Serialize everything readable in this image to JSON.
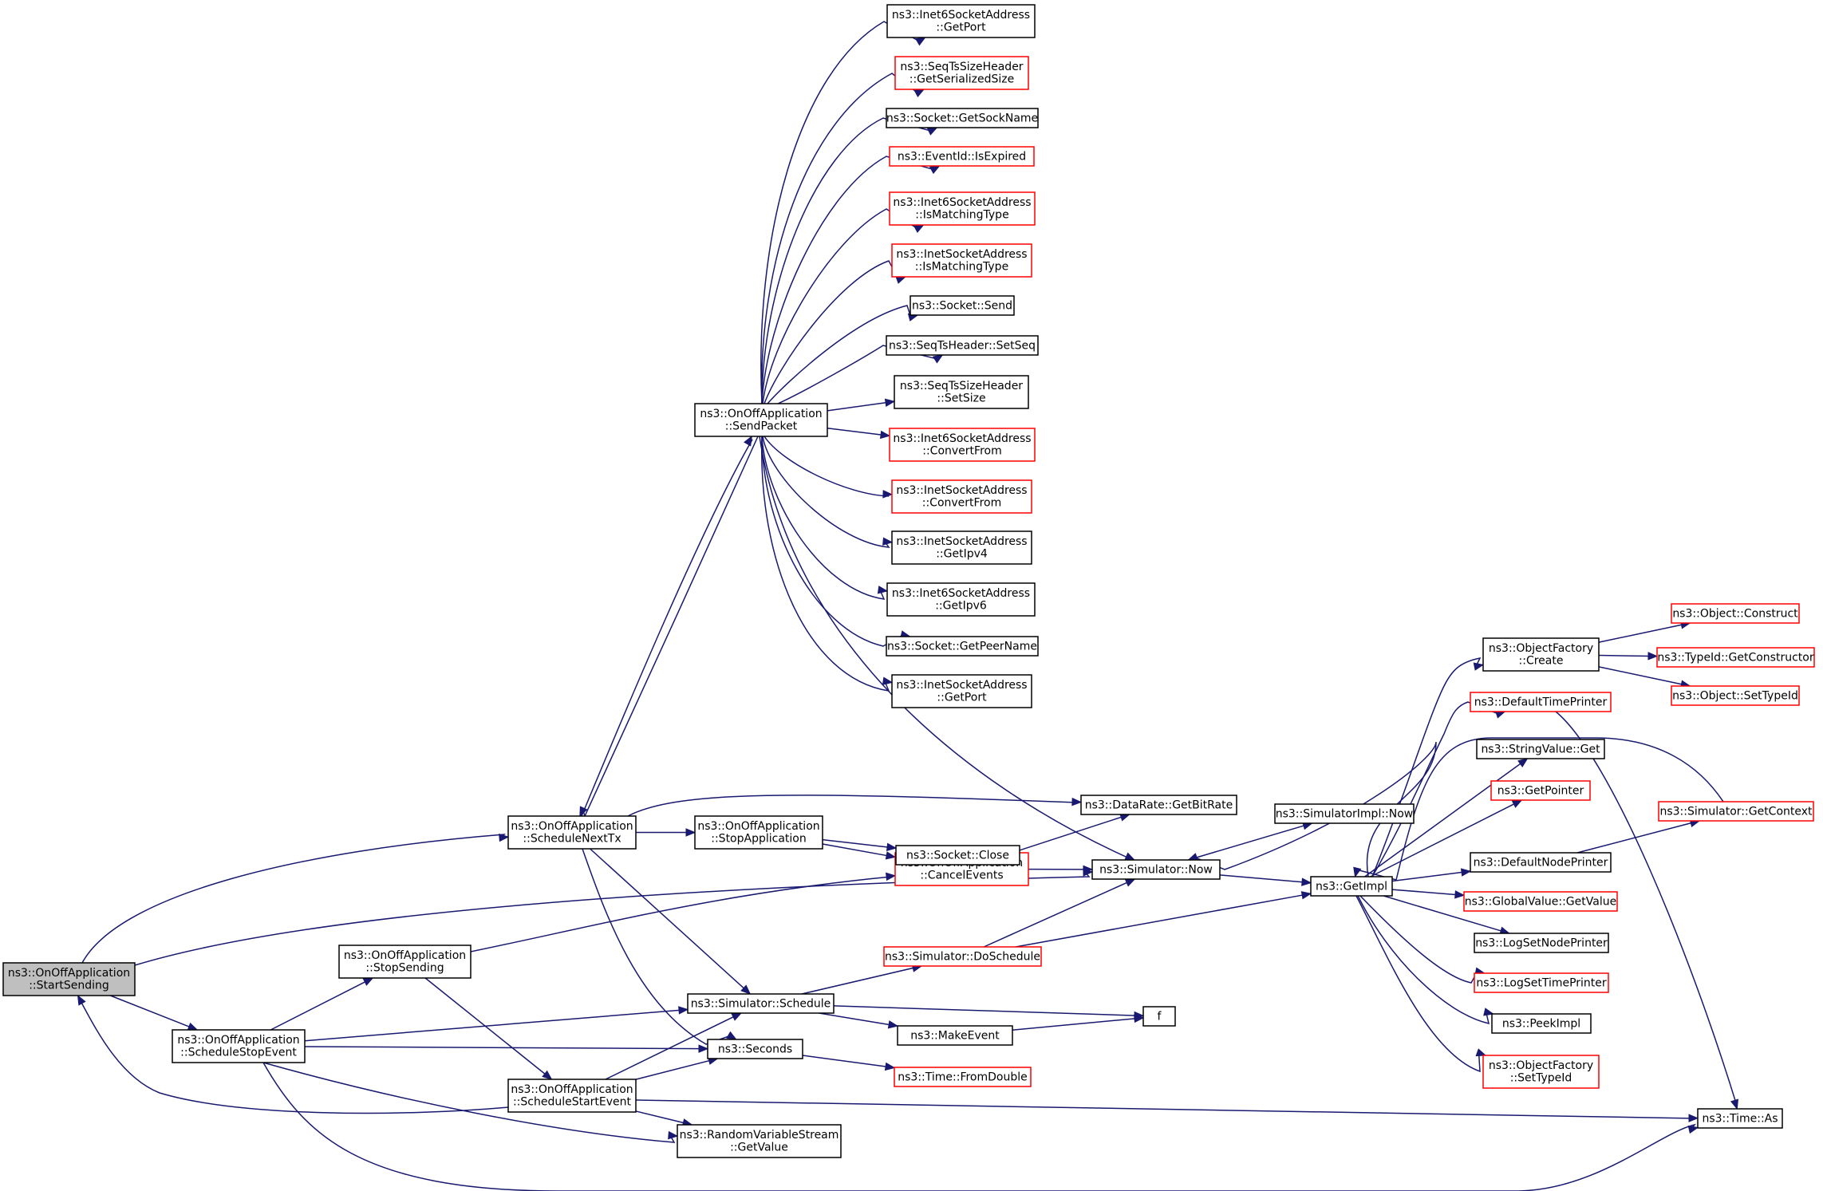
{
  "colors": {
    "edge": "#191970",
    "box_border": "#000000",
    "box_border_warning": "#ff0000",
    "root_fill": "#bfbfbf"
  },
  "nodes": [
    {
      "id": "startsending",
      "lines": [
        "ns3::OnOffApplication",
        "::StartSending"
      ],
      "style": "root"
    },
    {
      "id": "schedulenexttx",
      "lines": [
        "ns3::OnOffApplication",
        "::ScheduleNextTx"
      ],
      "style": "black"
    },
    {
      "id": "schedulestopevent",
      "lines": [
        "ns3::OnOffApplication",
        "::ScheduleStopEvent"
      ],
      "style": "black"
    },
    {
      "id": "stopsending",
      "lines": [
        "ns3::OnOffApplication",
        "::StopSending"
      ],
      "style": "black"
    },
    {
      "id": "schedulestartevent",
      "lines": [
        "ns3::OnOffApplication",
        "::ScheduleStartEvent"
      ],
      "style": "black"
    },
    {
      "id": "sendpacket",
      "lines": [
        "ns3::OnOffApplication",
        "::SendPacket"
      ],
      "style": "black"
    },
    {
      "id": "stopapplication",
      "lines": [
        "ns3::OnOffApplication",
        "::StopApplication"
      ],
      "style": "black"
    },
    {
      "id": "cancelevents",
      "lines": [
        "ns3::OnOffApplication",
        "::CancelEvents"
      ],
      "style": "red"
    },
    {
      "id": "simschedule",
      "lines": [
        "ns3::Simulator::Schedule"
      ],
      "style": "black"
    },
    {
      "id": "seconds",
      "lines": [
        "ns3::Seconds"
      ],
      "style": "black"
    },
    {
      "id": "rvsgetvalue",
      "lines": [
        "ns3::RandomVariableStream",
        "::GetValue"
      ],
      "style": "black"
    },
    {
      "id": "i6getport",
      "lines": [
        "ns3::Inet6SocketAddress",
        "::GetPort"
      ],
      "style": "black"
    },
    {
      "id": "seqtsgetsersize",
      "lines": [
        "ns3::SeqTsSizeHeader",
        "::GetSerializedSize"
      ],
      "style": "red"
    },
    {
      "id": "getsockname",
      "lines": [
        "ns3::Socket::GetSockName"
      ],
      "style": "black"
    },
    {
      "id": "isexpired",
      "lines": [
        "ns3::EventId::IsExpired"
      ],
      "style": "red"
    },
    {
      "id": "i6ismatching",
      "lines": [
        "ns3::Inet6SocketAddress",
        "::IsMatchingType"
      ],
      "style": "red"
    },
    {
      "id": "i4ismatching",
      "lines": [
        "ns3::InetSocketAddress",
        "::IsMatchingType"
      ],
      "style": "red"
    },
    {
      "id": "socketsend",
      "lines": [
        "ns3::Socket::Send"
      ],
      "style": "black"
    },
    {
      "id": "setseq",
      "lines": [
        "ns3::SeqTsHeader::SetSeq"
      ],
      "style": "black"
    },
    {
      "id": "setsize",
      "lines": [
        "ns3::SeqTsSizeHeader",
        "::SetSize"
      ],
      "style": "black"
    },
    {
      "id": "i6convert",
      "lines": [
        "ns3::Inet6SocketAddress",
        "::ConvertFrom"
      ],
      "style": "red"
    },
    {
      "id": "i4convert",
      "lines": [
        "ns3::InetSocketAddress",
        "::ConvertFrom"
      ],
      "style": "red"
    },
    {
      "id": "getipv4",
      "lines": [
        "ns3::InetSocketAddress",
        "::GetIpv4"
      ],
      "style": "black"
    },
    {
      "id": "getipv6",
      "lines": [
        "ns3::Inet6SocketAddress",
        "::GetIpv6"
      ],
      "style": "black"
    },
    {
      "id": "getpeername",
      "lines": [
        "ns3::Socket::GetPeerName"
      ],
      "style": "black"
    },
    {
      "id": "i4getport",
      "lines": [
        "ns3::InetSocketAddress",
        "::GetPort"
      ],
      "style": "black"
    },
    {
      "id": "getbitrate",
      "lines": [
        "ns3::DataRate::GetBitRate"
      ],
      "style": "black"
    },
    {
      "id": "socketclose",
      "lines": [
        "ns3::Socket::Close"
      ],
      "style": "black"
    },
    {
      "id": "simnow",
      "lines": [
        "ns3::Simulator::Now"
      ],
      "style": "black"
    },
    {
      "id": "simdoschedule",
      "lines": [
        "ns3::Simulator::DoSchedule"
      ],
      "style": "red"
    },
    {
      "id": "makeevent",
      "lines": [
        "ns3::MakeEvent"
      ],
      "style": "black"
    },
    {
      "id": "f",
      "lines": [
        "f"
      ],
      "style": "black"
    },
    {
      "id": "fromdouble",
      "lines": [
        "ns3::Time::FromDouble"
      ],
      "style": "red"
    },
    {
      "id": "simimplnow",
      "lines": [
        "ns3::SimulatorImpl::Now"
      ],
      "style": "black"
    },
    {
      "id": "getimpl",
      "lines": [
        "ns3::GetImpl"
      ],
      "style": "black"
    },
    {
      "id": "ofcreate",
      "lines": [
        "ns3::ObjectFactory",
        "::Create"
      ],
      "style": "black"
    },
    {
      "id": "defaulttimeprinter",
      "lines": [
        "ns3::DefaultTimePrinter"
      ],
      "style": "red"
    },
    {
      "id": "stringvalueget",
      "lines": [
        "ns3::StringValue::Get"
      ],
      "style": "black"
    },
    {
      "id": "getpointer",
      "lines": [
        "ns3::GetPointer"
      ],
      "style": "red"
    },
    {
      "id": "defaultnodeprinter",
      "lines": [
        "ns3::DefaultNodePrinter"
      ],
      "style": "black"
    },
    {
      "id": "globalvalueget",
      "lines": [
        "ns3::GlobalValue::GetValue"
      ],
      "style": "red"
    },
    {
      "id": "logsetnodeprinter",
      "lines": [
        "ns3::LogSetNodePrinter"
      ],
      "style": "black"
    },
    {
      "id": "logsettimeprinter",
      "lines": [
        "ns3::LogSetTimePrinter"
      ],
      "style": "red"
    },
    {
      "id": "peekimpl",
      "lines": [
        "ns3::PeekImpl"
      ],
      "style": "black"
    },
    {
      "id": "ofsettypeid",
      "lines": [
        "ns3::ObjectFactory",
        "::SetTypeId"
      ],
      "style": "red"
    },
    {
      "id": "getcontext",
      "lines": [
        "ns3::Simulator::GetContext"
      ],
      "style": "red"
    },
    {
      "id": "objconstruct",
      "lines": [
        "ns3::Object::Construct"
      ],
      "style": "red"
    },
    {
      "id": "getconstructor",
      "lines": [
        "ns3::TypeId::GetConstructor"
      ],
      "style": "red"
    },
    {
      "id": "objsettypeid",
      "lines": [
        "ns3::Object::SetTypeId"
      ],
      "style": "red"
    },
    {
      "id": "timeas",
      "lines": [
        "ns3::Time::As"
      ],
      "style": "black"
    }
  ],
  "edges": [
    [
      "startsending",
      "schedulenexttx"
    ],
    [
      "startsending",
      "schedulestopevent"
    ],
    [
      "startsending",
      "simnow"
    ],
    [
      "schedulenexttx",
      "sendpacket"
    ],
    [
      "sendpacket",
      "schedulenexttx"
    ],
    [
      "schedulenexttx",
      "getbitrate"
    ],
    [
      "schedulenexttx",
      "stopapplication"
    ],
    [
      "schedulenexttx",
      "simschedule"
    ],
    [
      "schedulenexttx",
      "seconds"
    ],
    [
      "stopapplication",
      "socketclose"
    ],
    [
      "stopapplication",
      "cancelevents"
    ],
    [
      "cancelevents",
      "getbitrate"
    ],
    [
      "cancelevents",
      "simnow"
    ],
    [
      "schedulestopevent",
      "stopsending"
    ],
    [
      "schedulestopevent",
      "simschedule"
    ],
    [
      "schedulestopevent",
      "seconds"
    ],
    [
      "schedulestopevent",
      "rvsgetvalue"
    ],
    [
      "schedulestopevent",
      "timeas"
    ],
    [
      "stopsending",
      "cancelevents"
    ],
    [
      "stopsending",
      "schedulestartevent"
    ],
    [
      "schedulestartevent",
      "startsending"
    ],
    [
      "schedulestartevent",
      "simschedule"
    ],
    [
      "schedulestartevent",
      "seconds"
    ],
    [
      "schedulestartevent",
      "rvsgetvalue"
    ],
    [
      "schedulestartevent",
      "timeas"
    ],
    [
      "simschedule",
      "simdoschedule"
    ],
    [
      "simschedule",
      "makeevent"
    ],
    [
      "simschedule",
      "f"
    ],
    [
      "makeevent",
      "f"
    ],
    [
      "seconds",
      "fromdouble"
    ],
    [
      "simdoschedule",
      "simnow"
    ],
    [
      "simdoschedule",
      "getimpl"
    ],
    [
      "simnow",
      "simimplnow"
    ],
    [
      "simnow",
      "getimpl"
    ],
    [
      "sendpacket",
      "i6getport"
    ],
    [
      "sendpacket",
      "seqtsgetsersize"
    ],
    [
      "sendpacket",
      "getsockname"
    ],
    [
      "sendpacket",
      "isexpired"
    ],
    [
      "sendpacket",
      "i6ismatching"
    ],
    [
      "sendpacket",
      "i4ismatching"
    ],
    [
      "sendpacket",
      "socketsend"
    ],
    [
      "sendpacket",
      "setseq"
    ],
    [
      "sendpacket",
      "setsize"
    ],
    [
      "sendpacket",
      "i6convert"
    ],
    [
      "sendpacket",
      "i4convert"
    ],
    [
      "sendpacket",
      "getipv4"
    ],
    [
      "sendpacket",
      "getipv6"
    ],
    [
      "sendpacket",
      "getpeername"
    ],
    [
      "sendpacket",
      "i4getport"
    ],
    [
      "sendpacket",
      "simnow"
    ],
    [
      "getimpl",
      "ofcreate"
    ],
    [
      "getimpl",
      "defaulttimeprinter"
    ],
    [
      "getimpl",
      "stringvalueget"
    ],
    [
      "getimpl",
      "getpointer"
    ],
    [
      "getimpl",
      "defaultnodeprinter"
    ],
    [
      "getimpl",
      "globalvalueget"
    ],
    [
      "getimpl",
      "logsetnodeprinter"
    ],
    [
      "getimpl",
      "logsettimeprinter"
    ],
    [
      "getimpl",
      "peekimpl"
    ],
    [
      "getimpl",
      "ofsettypeid"
    ],
    [
      "getimpl",
      "simnow"
    ],
    [
      "ofcreate",
      "objconstruct"
    ],
    [
      "ofcreate",
      "getconstructor"
    ],
    [
      "ofcreate",
      "objsettypeid"
    ],
    [
      "defaulttimeprinter",
      "timeas"
    ],
    [
      "getcontext",
      "getimpl"
    ],
    [
      "defaultnodeprinter",
      "getcontext"
    ]
  ]
}
